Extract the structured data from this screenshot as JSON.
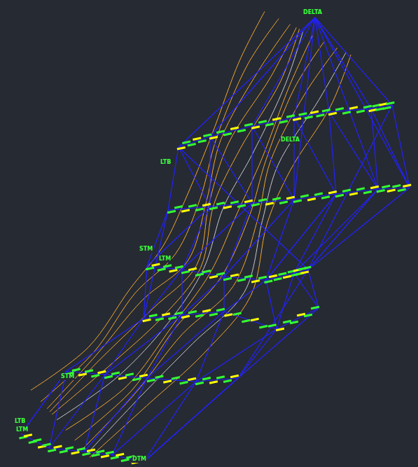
{
  "diagram": {
    "labels": [
      "DELTA",
      "DELTA",
      "LTB",
      "STM",
      "LTM",
      "LTB",
      "LTM",
      "STM",
      "DTM"
    ]
  }
}
